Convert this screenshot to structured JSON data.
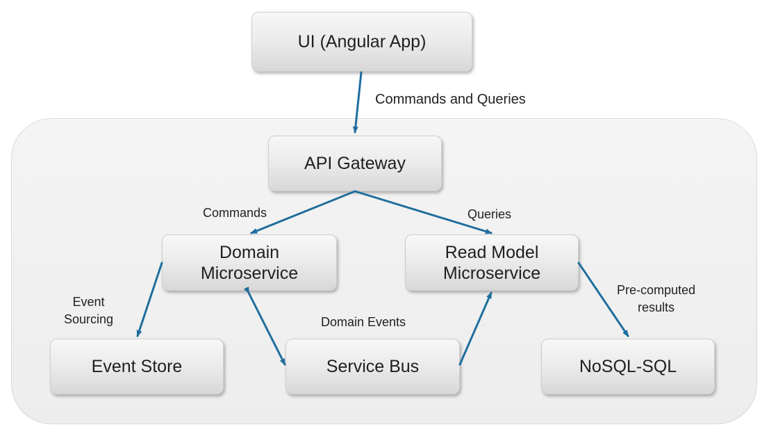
{
  "diagram": {
    "nodes": {
      "ui": "UI (Angular App)",
      "gateway": "API Gateway",
      "domain": "Domain\nMicroservice",
      "readmodel": "Read Model\nMicroservice",
      "eventstore": "Event Store",
      "servicebus": "Service Bus",
      "nosql": "NoSQL-SQL"
    },
    "labels": {
      "commands_and_queries": "Commands and Queries",
      "commands": "Commands",
      "queries": "Queries",
      "event_sourcing": "Event\nSourcing",
      "domain_events": "Domain Events",
      "precomputed_results": "Pre-computed\nresults"
    },
    "colors": {
      "arrow": "#1f6e9d",
      "node_fill": "#e6e6e6",
      "container_fill": "#efefef"
    }
  }
}
